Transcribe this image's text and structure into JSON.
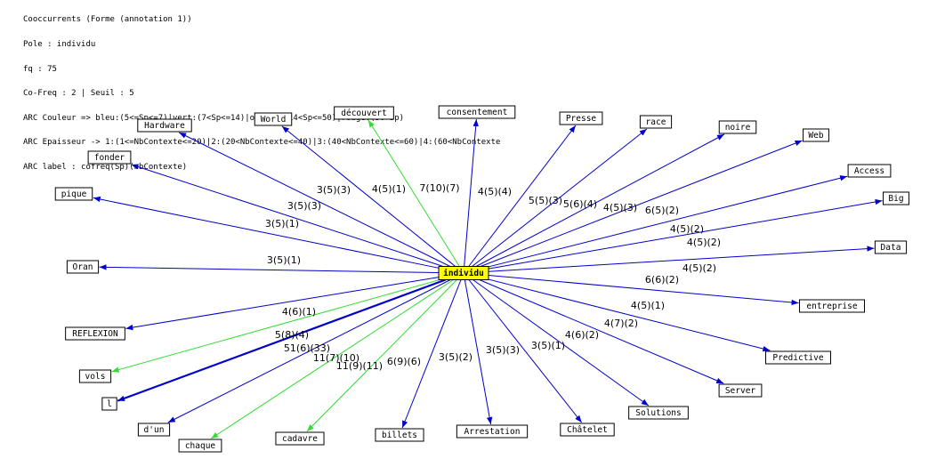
{
  "header": {
    "lines": [
      "Cooccurrents (Forme (annotation 1))",
      "Pole : individu",
      "fq : 75",
      "Co-Freq : 2 | Seuil : 5",
      "ARC Couleur => bleu:(5<=Sp<=7)|vert:(7<Sp<=14)|orange:(14<Sp<=50)|rouge:(50<Sp)",
      "ARC Epaisseur -> 1:(1<=NbContexte<=20)|2:(20<NbContexte<=40)|3:(40<NbContexte<=60)|4:(60<NbContexte",
      "ARC label : cofreq(Sp)(nbContexte)"
    ]
  },
  "colors": {
    "bleu": "#0000cc",
    "vert": "#33dd33",
    "center_fill": "#ffff00"
  },
  "center": {
    "label": "individu"
  },
  "nodes": [
    {
      "id": "hardware",
      "label": "Hardware",
      "edge_label": "3(5)(3)",
      "color": "bleu",
      "width": 1
    },
    {
      "id": "world",
      "label": "World",
      "edge_label": "4(5)(1)",
      "color": "bleu",
      "width": 1
    },
    {
      "id": "decouvert",
      "label": "découvert",
      "edge_label": "7(10)(7)",
      "color": "vert",
      "width": 1
    },
    {
      "id": "consentement",
      "label": "consentement",
      "edge_label": "4(5)(4)",
      "color": "bleu",
      "width": 1
    },
    {
      "id": "presse",
      "label": "Presse",
      "edge_label": "5(5)(3)",
      "color": "bleu",
      "width": 1
    },
    {
      "id": "race",
      "label": "race",
      "edge_label": "5(6)(4)",
      "color": "bleu",
      "width": 1
    },
    {
      "id": "noire",
      "label": "noire",
      "edge_label": "4(5)(3)",
      "color": "bleu",
      "width": 1
    },
    {
      "id": "web",
      "label": "Web",
      "edge_label": "6(5)(2)",
      "color": "bleu",
      "width": 1
    },
    {
      "id": "access",
      "label": "Access",
      "edge_label": "4(5)(2)",
      "color": "bleu",
      "width": 1
    },
    {
      "id": "big",
      "label": "Big",
      "edge_label": "4(5)(2)",
      "color": "bleu",
      "width": 1
    },
    {
      "id": "data",
      "label": "Data",
      "edge_label": "4(5)(2)",
      "color": "bleu",
      "width": 1
    },
    {
      "id": "entreprise",
      "label": "entreprise",
      "edge_label": "6(6)(2)",
      "color": "bleu",
      "width": 1
    },
    {
      "id": "predictive",
      "label": "Predictive",
      "edge_label": "4(5)(1)",
      "color": "bleu",
      "width": 1
    },
    {
      "id": "server",
      "label": "Server",
      "edge_label": "4(7)(2)",
      "color": "bleu",
      "width": 1
    },
    {
      "id": "solutions",
      "label": "Solutions",
      "edge_label": "4(6)(2)",
      "color": "bleu",
      "width": 1
    },
    {
      "id": "chatelet",
      "label": "Châtelet",
      "edge_label": "3(5)(1)",
      "color": "bleu",
      "width": 1
    },
    {
      "id": "arrestation",
      "label": "Arrestation",
      "edge_label": "3(5)(3)",
      "color": "bleu",
      "width": 1
    },
    {
      "id": "billets",
      "label": "billets",
      "edge_label": "3(5)(2)",
      "color": "bleu",
      "width": 1
    },
    {
      "id": "cadavre",
      "label": "cadavre",
      "edge_label": "6(9)(6)",
      "color": "vert",
      "width": 1
    },
    {
      "id": "chaque",
      "label": "chaque",
      "edge_label": "11(9)(11)",
      "color": "vert",
      "width": 1
    },
    {
      "id": "dun",
      "label": "d'un",
      "edge_label": "11(7)(10)",
      "color": "bleu",
      "width": 1
    },
    {
      "id": "l",
      "label": "l",
      "edge_label": "51(6)(33)",
      "color": "bleu",
      "width": 2
    },
    {
      "id": "vols",
      "label": "vols",
      "edge_label": "5(8)(4)",
      "color": "vert",
      "width": 1
    },
    {
      "id": "reflexion",
      "label": "REFLEXION",
      "edge_label": "4(6)(1)",
      "color": "bleu",
      "width": 1
    },
    {
      "id": "oran",
      "label": "Oran",
      "edge_label": "3(5)(1)",
      "color": "bleu",
      "width": 1
    },
    {
      "id": "pique",
      "label": "pique",
      "edge_label": "3(5)(1)",
      "color": "bleu",
      "width": 1
    },
    {
      "id": "fonder",
      "label": "fonder",
      "edge_label": "3(5)(3)",
      "color": "bleu",
      "width": 1
    }
  ]
}
